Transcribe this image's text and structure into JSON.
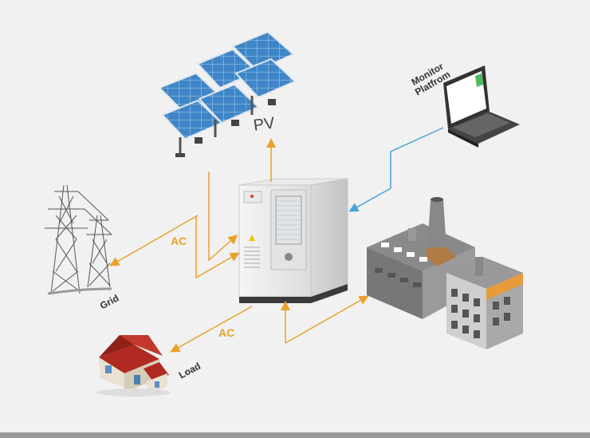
{
  "labels": {
    "pv": "PV",
    "ac_grid": "AC",
    "ac_load": "AC",
    "grid": "Grid",
    "load": "Load",
    "monitor_line1": "Monitor",
    "monitor_line2": "Platfrom"
  },
  "colors": {
    "background": "#f1f1f1",
    "ac_arrow": "#e8a12b",
    "data_arrow": "#4aa3d8"
  }
}
